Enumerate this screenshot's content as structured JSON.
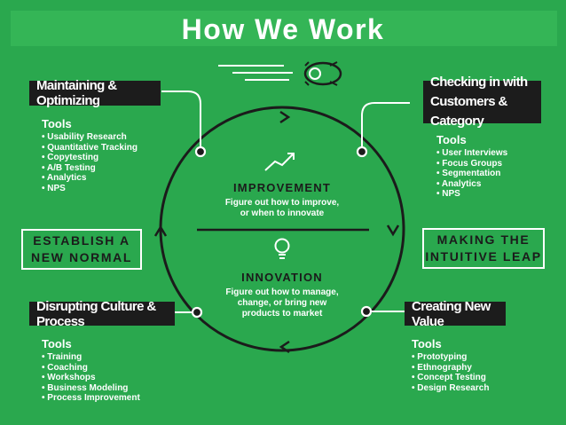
{
  "title": "How We Work",
  "quadrants": {
    "top_left": {
      "label": "Maintaining & Optimizing",
      "tools_heading": "Tools",
      "tools": [
        "Usability Research",
        "Quantitative Tracking",
        "Copytesting",
        "A/B Testing",
        "Analytics",
        "NPS"
      ]
    },
    "top_right": {
      "label_line1": "Checking in with",
      "label_line2": "Customers & Category",
      "tools_heading": "Tools",
      "tools": [
        "User Interviews",
        "Focus Groups",
        "Segmentation",
        "Analytics",
        "NPS"
      ]
    },
    "bottom_left": {
      "label": "Disrupting Culture & Process",
      "tools_heading": "Tools",
      "tools": [
        "Training",
        "Coaching",
        "Workshops",
        "Business Modeling",
        "Process Improvement"
      ]
    },
    "bottom_right": {
      "label": "Creating New Value",
      "tools_heading": "Tools",
      "tools": [
        "Prototyping",
        "Ethnography",
        "Concept Testing",
        "Design Research"
      ]
    }
  },
  "side_boxes": {
    "left_line1": "ESTABLISH A",
    "left_line2": "NEW NORMAL",
    "right_line1": "MAKING THE",
    "right_line2": "INTUITIVE LEAP"
  },
  "center": {
    "improvement_title": "IMPROVEMENT",
    "improvement_line1": "Figure out how to improve,",
    "improvement_line2": "or when to innovate",
    "innovation_title": "INNOVATION",
    "innovation_line1": "Figure out how to manage,",
    "innovation_line2": "change, or bring new",
    "innovation_line3": "products to market"
  },
  "icons": [
    "spaceship-icon",
    "trend-up-icon",
    "lightbulb-icon"
  ],
  "colors": {
    "background": "#2aa84e",
    "title_bar": "#34b556",
    "dark_box": "#1c1c1c",
    "circle": "#1b1b1b",
    "text_light": "#ffffff"
  }
}
